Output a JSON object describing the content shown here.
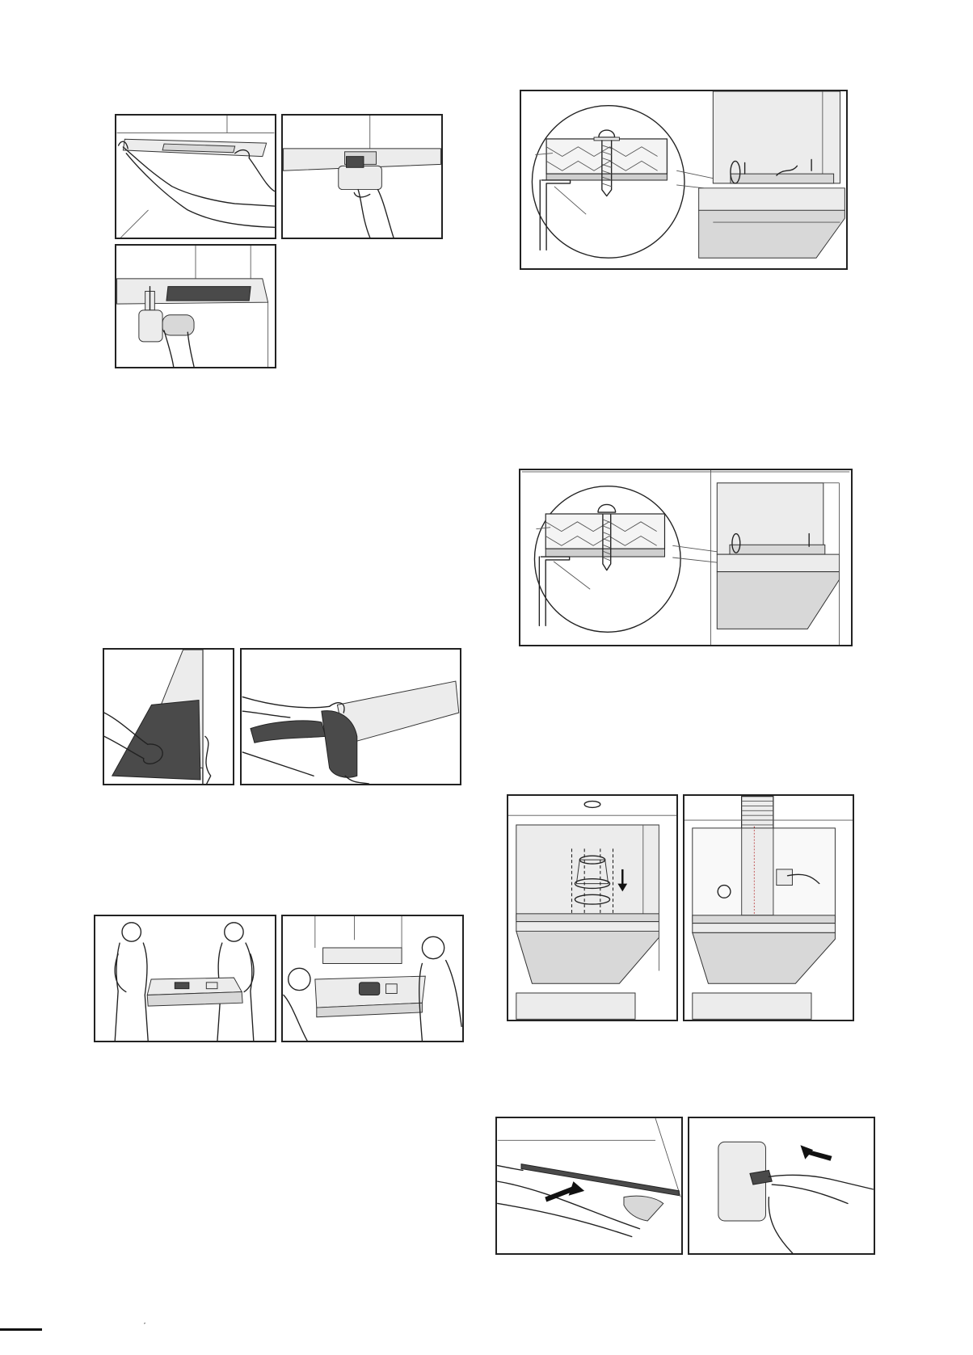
{
  "page": {
    "footer_mark": "́"
  },
  "figures": [
    {
      "id": "fig-remove-filter",
      "icon": "hand-remove-filter-illustration"
    },
    {
      "id": "fig-insert-filter-cartridge",
      "icon": "hand-insert-cartridge-illustration"
    },
    {
      "id": "fig-drill-screw",
      "icon": "screwdriver-illustration"
    },
    {
      "id": "fig-screw-detail-1",
      "icon": "screw-cross-section-illustration"
    },
    {
      "id": "fig-screw-detail-2",
      "icon": "screw-cross-section-illustration"
    },
    {
      "id": "fig-unwrap-panel",
      "icon": "unwrap-panel-illustration"
    },
    {
      "id": "fig-pull-cover",
      "icon": "pull-cover-illustration"
    },
    {
      "id": "fig-two-people-lift",
      "icon": "two-people-lift-illustration"
    },
    {
      "id": "fig-two-people-mount",
      "icon": "two-people-mount-illustration"
    },
    {
      "id": "fig-duct-adapter",
      "icon": "duct-adapter-illustration"
    },
    {
      "id": "fig-flexible-duct",
      "icon": "flexible-duct-illustration"
    },
    {
      "id": "fig-fit-trim-strip",
      "icon": "trim-strip-illustration"
    },
    {
      "id": "fig-plug-in",
      "icon": "plug-socket-illustration"
    }
  ],
  "colors": {
    "line": "#222222",
    "fill_dark": "#4a4a4a",
    "fill_mid": "#d8d8d8"
  }
}
